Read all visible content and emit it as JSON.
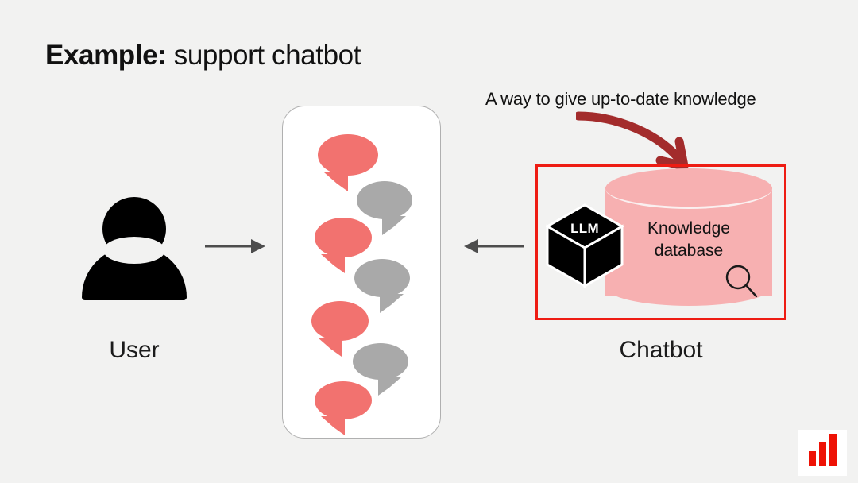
{
  "slide": {
    "background_color": "#f2f2f1",
    "title_bold": "Example:",
    "title_rest": " support chatbot"
  },
  "user": {
    "label": "User",
    "icon": "user-silhouette-icon"
  },
  "arrows": {
    "user_to_phone": "arrow-right-icon",
    "chatbot_to_phone": "arrow-left-icon",
    "annotation_arrow": "curved-arrow-down-right-icon",
    "color": "#4d4d4d"
  },
  "chat_panel": {
    "name": "chat-conversation-panel",
    "bubbles": [
      {
        "side": "left",
        "color_name": "pink",
        "color": "#f2726f"
      },
      {
        "side": "right",
        "color_name": "gray",
        "color": "#a9a9a9"
      },
      {
        "side": "left",
        "color_name": "pink",
        "color": "#f2726f"
      },
      {
        "side": "right",
        "color_name": "gray",
        "color": "#a9a9a9"
      },
      {
        "side": "left",
        "color_name": "pink",
        "color": "#f2726f"
      },
      {
        "side": "right",
        "color_name": "gray",
        "color": "#a9a9a9"
      },
      {
        "side": "left",
        "color_name": "pink",
        "color": "#f2726f"
      }
    ]
  },
  "annotation": {
    "text": "A way to give up-to-date knowledge",
    "arrow_color": "#a32c2c"
  },
  "chatbot": {
    "label": "Chatbot",
    "box_border_color": "#ee1c13",
    "llm": {
      "label": "LLM",
      "icon": "cube-icon"
    },
    "database": {
      "label_line1": "Knowledge",
      "label_line2": "database",
      "color": "#f7b0b1",
      "search_icon": "magnifying-glass-icon"
    }
  },
  "logo": {
    "name": "bar-chart-logo",
    "color": "#ee1205",
    "background": "#ffffff"
  }
}
